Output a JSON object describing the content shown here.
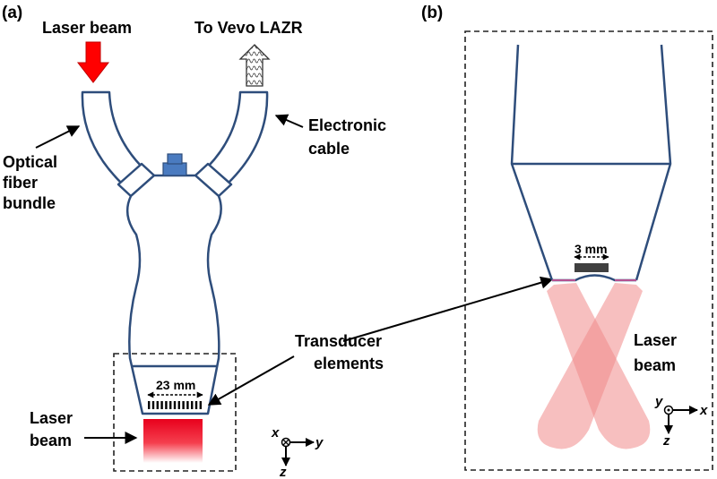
{
  "panel_a": {
    "label": "(a)",
    "laser_beam_in": "Laser beam",
    "to_vevo": "To Vevo LAZR",
    "optical_fiber": [
      "Optical",
      "fiber",
      "bundle"
    ],
    "electronic_cable": [
      "Electronic",
      "cable"
    ],
    "transducer_elements": [
      "Transducer",
      "elements"
    ],
    "array_width": "23 mm",
    "laser_beam_out": [
      "Laser",
      "beam"
    ],
    "axes": {
      "x": "x",
      "y": "y",
      "z": "z"
    }
  },
  "panel_b": {
    "label": "(b)",
    "element_width": "3 mm",
    "laser_beam": [
      "Laser",
      "beam"
    ],
    "axes": {
      "x": "x",
      "y": "y",
      "z": "z"
    }
  },
  "colors": {
    "probe_outline": "#2e4d7b",
    "connector": "#4a7bc0",
    "laser_red": "#ff0000",
    "beam_pink": "#f08a8a"
  }
}
